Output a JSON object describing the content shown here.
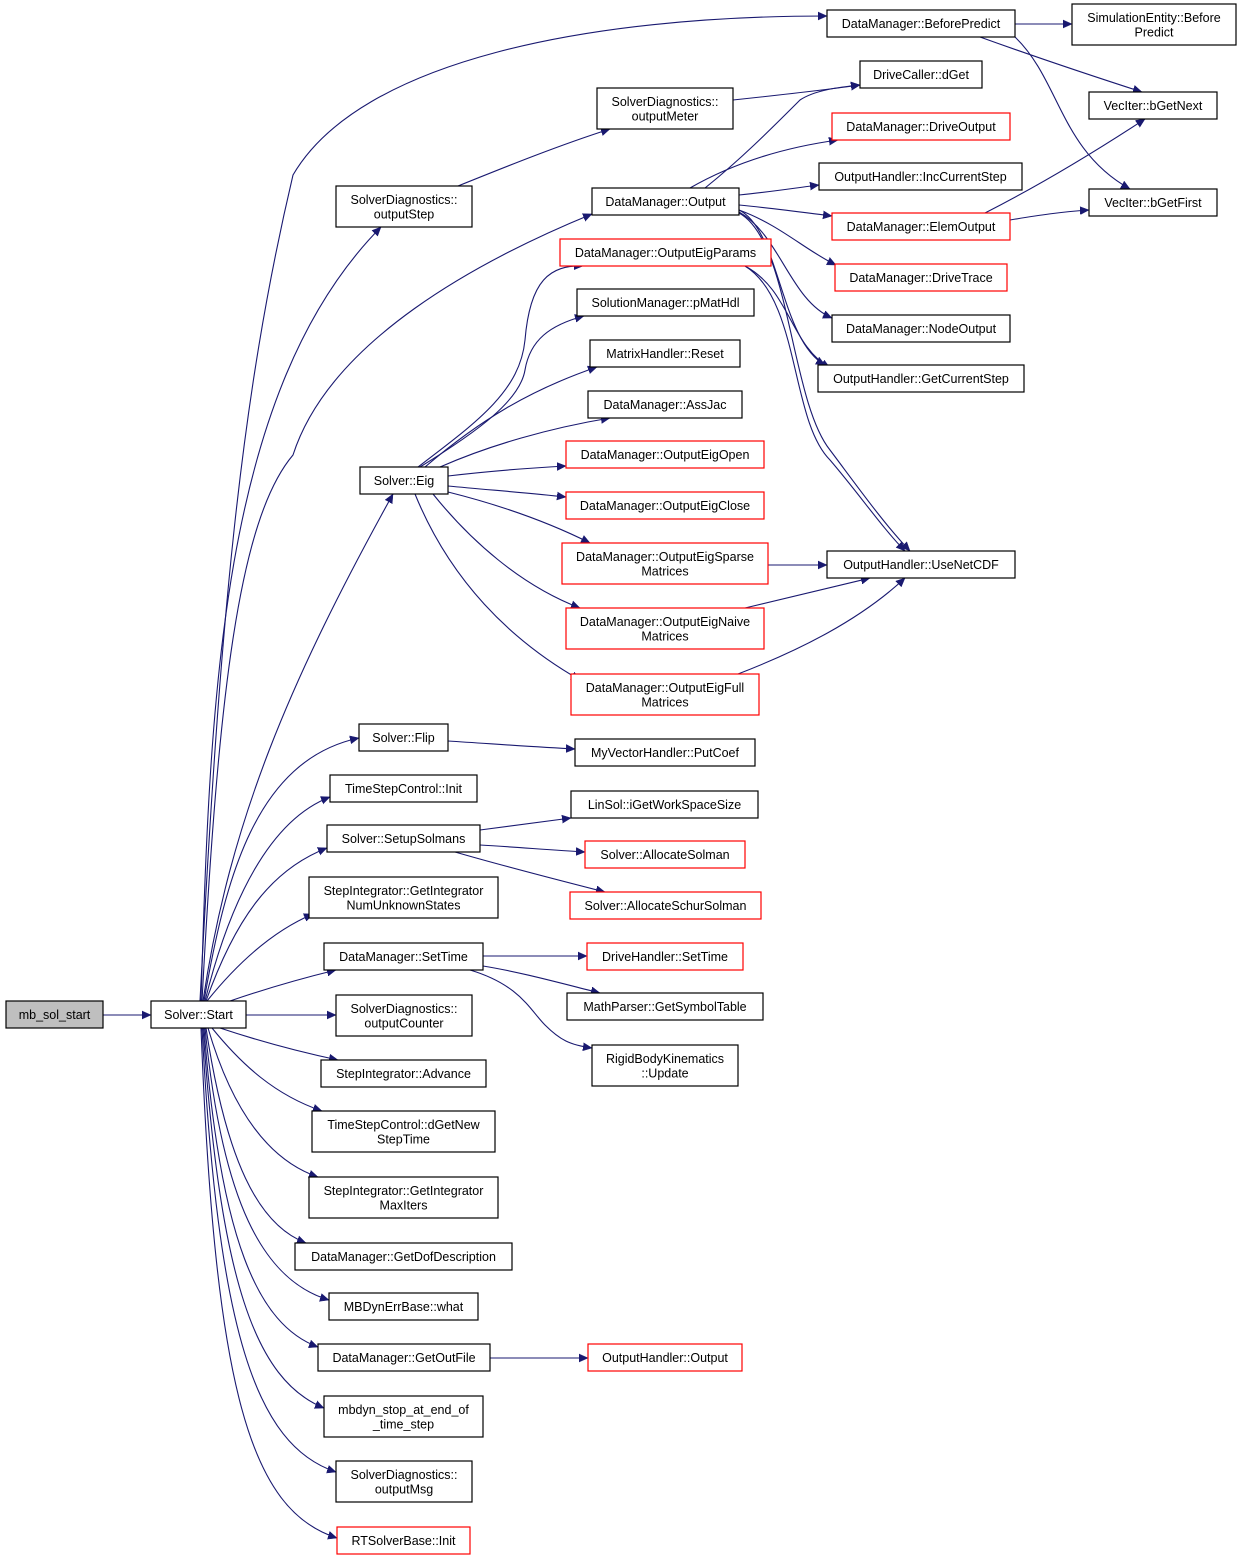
{
  "nodes": {
    "mb_sol_start": {
      "lines": [
        "mb_sol_start"
      ],
      "highlight": true
    },
    "solver_start": {
      "lines": [
        "Solver::Start"
      ]
    },
    "dm_beforepredict": {
      "lines": [
        "DataManager::BeforePredict"
      ]
    },
    "se_beforepredict": {
      "lines": [
        "SimulationEntity::Before",
        "Predict"
      ]
    },
    "vec_bgetnext": {
      "lines": [
        "VecIter::bGetNext"
      ]
    },
    "vec_bgetfirst": {
      "lines": [
        "VecIter::bGetFirst"
      ]
    },
    "drivecaller_dget": {
      "lines": [
        "DriveCaller::dGet"
      ]
    },
    "sd_outputmeter": {
      "lines": [
        "SolverDiagnostics::",
        "outputMeter"
      ]
    },
    "dm_driveoutput": {
      "lines": [
        "DataManager::DriveOutput"
      ],
      "red": true
    },
    "oh_inccurrentstep": {
      "lines": [
        "OutputHandler::IncCurrentStep"
      ]
    },
    "sd_outputstep": {
      "lines": [
        "SolverDiagnostics::",
        "outputStep"
      ]
    },
    "dm_output": {
      "lines": [
        "DataManager::Output"
      ]
    },
    "dm_elemoutput": {
      "lines": [
        "DataManager::ElemOutput"
      ],
      "red": true
    },
    "dm_outputeigparams": {
      "lines": [
        "DataManager::OutputEigParams"
      ],
      "red": true
    },
    "dm_drivetrace": {
      "lines": [
        "DataManager::DriveTrace"
      ],
      "red": true
    },
    "sm_pmathdl": {
      "lines": [
        "SolutionManager::pMatHdl"
      ]
    },
    "dm_nodeoutput": {
      "lines": [
        "DataManager::NodeOutput"
      ]
    },
    "mh_reset": {
      "lines": [
        "MatrixHandler::Reset"
      ]
    },
    "oh_getcurrentstep": {
      "lines": [
        "OutputHandler::GetCurrentStep"
      ]
    },
    "dm_assjac": {
      "lines": [
        "DataManager::AssJac"
      ]
    },
    "dm_outputeigopen": {
      "lines": [
        "DataManager::OutputEigOpen"
      ],
      "red": true
    },
    "solver_eig": {
      "lines": [
        "Solver::Eig"
      ]
    },
    "dm_outputeigclose": {
      "lines": [
        "DataManager::OutputEigClose"
      ],
      "red": true
    },
    "dm_outputeigsparse": {
      "lines": [
        "DataManager::OutputEigSparse",
        "Matrices"
      ],
      "red": true
    },
    "oh_usenetcdf": {
      "lines": [
        "OutputHandler::UseNetCDF"
      ]
    },
    "dm_outputeignaive": {
      "lines": [
        "DataManager::OutputEigNaive",
        "Matrices"
      ],
      "red": true
    },
    "dm_outputeigfull": {
      "lines": [
        "DataManager::OutputEigFull",
        "Matrices"
      ],
      "red": true
    },
    "solver_flip": {
      "lines": [
        "Solver::Flip"
      ]
    },
    "myvh_putcoef": {
      "lines": [
        "MyVectorHandler::PutCoef"
      ]
    },
    "tsc_init": {
      "lines": [
        "TimeStepControl::Init"
      ]
    },
    "linsol_igetwss": {
      "lines": [
        "LinSol::iGetWorkSpaceSize"
      ]
    },
    "solver_setupsolmans": {
      "lines": [
        "Solver::SetupSolmans"
      ]
    },
    "solver_allocatesolman": {
      "lines": [
        "Solver::AllocateSolman"
      ],
      "red": true
    },
    "si_getintnumunknown": {
      "lines": [
        "StepIntegrator::GetIntegrator",
        "NumUnknownStates"
      ]
    },
    "solver_allocateschur": {
      "lines": [
        "Solver::AllocateSchurSolman"
      ],
      "red": true
    },
    "dm_settime": {
      "lines": [
        "DataManager::SetTime"
      ]
    },
    "dh_settime": {
      "lines": [
        "DriveHandler::SetTime"
      ],
      "red": true
    },
    "mp_getsymboltable": {
      "lines": [
        "MathParser::GetSymbolTable"
      ]
    },
    "sd_outputcounter": {
      "lines": [
        "SolverDiagnostics::",
        "outputCounter"
      ]
    },
    "rbk_update": {
      "lines": [
        "RigidBodyKinematics",
        "::Update"
      ]
    },
    "si_advance": {
      "lines": [
        "StepIntegrator::Advance"
      ]
    },
    "tsc_dgetnewsteptime": {
      "lines": [
        "TimeStepControl::dGetNew",
        "StepTime"
      ]
    },
    "si_getintmaxiters": {
      "lines": [
        "StepIntegrator::GetIntegrator",
        "MaxIters"
      ]
    },
    "dm_getdofdescription": {
      "lines": [
        "DataManager::GetDofDescription"
      ]
    },
    "mbdynerrbase_what": {
      "lines": [
        "MBDynErrBase::what"
      ]
    },
    "dm_getoutfile": {
      "lines": [
        "DataManager::GetOutFile"
      ]
    },
    "oh_output": {
      "lines": [
        "OutputHandler::Output"
      ],
      "red": true
    },
    "mbdyn_stop": {
      "lines": [
        "mbdyn_stop_at_end_of",
        "_time_step"
      ]
    },
    "sd_outputmsg": {
      "lines": [
        "SolverDiagnostics::",
        "outputMsg"
      ]
    },
    "rtsb_init": {
      "lines": [
        "RTSolverBase::Init"
      ],
      "red": true
    }
  },
  "edges": [
    [
      "mb_sol_start",
      "solver_start"
    ],
    [
      "solver_start",
      "dm_beforepredict"
    ],
    [
      "solver_start",
      "sd_outputstep"
    ],
    [
      "solver_start",
      "dm_output"
    ],
    [
      "solver_start",
      "solver_eig"
    ],
    [
      "solver_start",
      "solver_flip"
    ],
    [
      "solver_start",
      "tsc_init"
    ],
    [
      "solver_start",
      "solver_setupsolmans"
    ],
    [
      "solver_start",
      "si_getintnumunknown"
    ],
    [
      "solver_start",
      "dm_settime"
    ],
    [
      "solver_start",
      "sd_outputcounter"
    ],
    [
      "solver_start",
      "si_advance"
    ],
    [
      "solver_start",
      "tsc_dgetnewsteptime"
    ],
    [
      "solver_start",
      "si_getintmaxiters"
    ],
    [
      "solver_start",
      "dm_getdofdescription"
    ],
    [
      "solver_start",
      "mbdynerrbase_what"
    ],
    [
      "solver_start",
      "dm_getoutfile"
    ],
    [
      "solver_start",
      "mbdyn_stop"
    ],
    [
      "solver_start",
      "sd_outputmsg"
    ],
    [
      "solver_start",
      "rtsb_init"
    ],
    [
      "dm_beforepredict",
      "se_beforepredict"
    ],
    [
      "dm_beforepredict",
      "vec_bgetnext"
    ],
    [
      "dm_beforepredict",
      "vec_bgetfirst"
    ],
    [
      "sd_outputstep",
      "sd_outputmeter"
    ],
    [
      "sd_outputmeter",
      "drivecaller_dget"
    ],
    [
      "dm_output",
      "drivecaller_dget"
    ],
    [
      "dm_output",
      "dm_driveoutput"
    ],
    [
      "dm_output",
      "oh_inccurrentstep"
    ],
    [
      "dm_output",
      "dm_elemoutput"
    ],
    [
      "dm_output",
      "dm_drivetrace"
    ],
    [
      "dm_output",
      "dm_nodeoutput"
    ],
    [
      "dm_output",
      "oh_getcurrentstep"
    ],
    [
      "dm_output",
      "oh_usenetcdf"
    ],
    [
      "dm_elemoutput",
      "vec_bgetnext"
    ],
    [
      "dm_elemoutput",
      "vec_bgetfirst"
    ],
    [
      "dm_outputeigparams",
      "oh_getcurrentstep"
    ],
    [
      "dm_outputeigparams",
      "oh_usenetcdf"
    ],
    [
      "solver_eig",
      "dm_outputeigparams"
    ],
    [
      "solver_eig",
      "sm_pmathdl"
    ],
    [
      "solver_eig",
      "mh_reset"
    ],
    [
      "solver_eig",
      "dm_assjac"
    ],
    [
      "solver_eig",
      "dm_outputeigopen"
    ],
    [
      "solver_eig",
      "dm_outputeigclose"
    ],
    [
      "solver_eig",
      "dm_outputeigsparse"
    ],
    [
      "solver_eig",
      "dm_outputeignaive"
    ],
    [
      "solver_eig",
      "dm_outputeigfull"
    ],
    [
      "dm_outputeigsparse",
      "oh_usenetcdf"
    ],
    [
      "dm_outputeignaive",
      "oh_usenetcdf"
    ],
    [
      "dm_outputeigfull",
      "oh_usenetcdf"
    ],
    [
      "solver_flip",
      "myvh_putcoef"
    ],
    [
      "solver_setupsolmans",
      "linsol_igetwss"
    ],
    [
      "solver_setupsolmans",
      "solver_allocatesolman"
    ],
    [
      "solver_setupsolmans",
      "solver_allocateschur"
    ],
    [
      "dm_settime",
      "dh_settime"
    ],
    [
      "dm_settime",
      "mp_getsymboltable"
    ],
    [
      "dm_settime",
      "rbk_update"
    ],
    [
      "dm_getoutfile",
      "oh_output"
    ]
  ],
  "colors": {
    "edge": "#191970",
    "node_border": "#000000",
    "node_border_red": "#ff0000",
    "highlight_fill": "#bfbfbf",
    "background": "#ffffff"
  }
}
